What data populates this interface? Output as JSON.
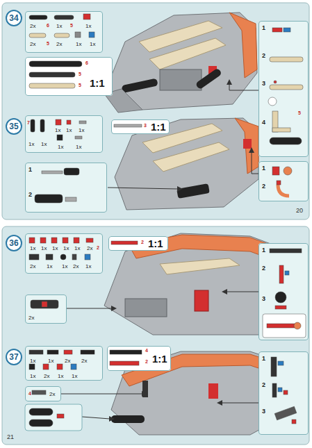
{
  "diagram": {
    "nodes": [
      {
        "text": [
          "34"
        ]
      },
      {
        "text": [
          "2x",
          "6",
          "1x",
          "5",
          "1x",
          "2x",
          "5",
          "2x",
          "1x",
          "1x"
        ]
      },
      {
        "text": [
          "6",
          "5",
          "5",
          "1:1"
        ]
      },
      {
        "text": [
          "1",
          "2",
          "3",
          "4",
          "5"
        ]
      },
      {
        "text": [
          "35"
        ]
      },
      {
        "text": [
          "7",
          "1x",
          "1x",
          "1x",
          "1x",
          "1x",
          "1x",
          "1x"
        ]
      },
      {
        "text": [
          "3",
          "1:1"
        ]
      },
      {
        "text": [
          "1",
          "2"
        ]
      },
      {
        "text": [
          "1",
          "2"
        ]
      },
      {
        "text": [
          "36"
        ]
      },
      {
        "text": [
          "1x",
          "1x",
          "1x",
          "1x",
          "1x",
          "2x",
          "2",
          "2x",
          "1x",
          "1x",
          "2x",
          "1x"
        ]
      },
      {
        "text": [
          "2",
          "1:1"
        ]
      },
      {
        "text": [
          "1",
          "2",
          "3"
        ]
      },
      {
        "text": [
          "2x"
        ]
      },
      {
        "text": [
          "37"
        ]
      },
      {
        "text": [
          "1x",
          "1x",
          "2x",
          "2x",
          "1x",
          "2x",
          "1x",
          "1x"
        ]
      },
      {
        "text": [
          "4",
          "2",
          "1:1"
        ]
      },
      {
        "text": [
          "4",
          "2x"
        ]
      },
      {
        "text": [
          "1",
          "2",
          "3"
        ]
      }
    ],
    "labels": [
      "20",
      "21"
    ]
  }
}
